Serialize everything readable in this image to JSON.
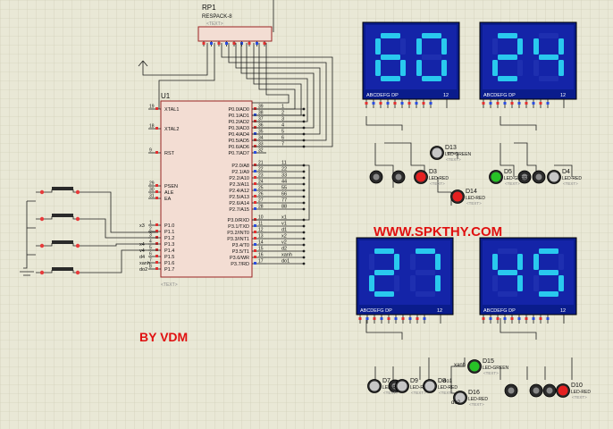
{
  "rp1": {
    "ref": "RP1",
    "part": "RESPACK-8",
    "text": "<TEXT>"
  },
  "u1": {
    "ref": "U1",
    "text": "<TEXT>",
    "left_pins": [
      {
        "num": "19",
        "name": "XTAL1"
      },
      {
        "num": "18",
        "name": "XTAL2"
      },
      {
        "num": "9",
        "name": "RST"
      },
      {
        "num": "29",
        "name": "PSEN"
      },
      {
        "num": "30",
        "name": "ALE"
      },
      {
        "num": "31",
        "name": "EA"
      },
      {
        "num": "1",
        "name": "P1.0",
        "net": "x3"
      },
      {
        "num": "2",
        "name": "P1.1"
      },
      {
        "num": "3",
        "name": "P1.2"
      },
      {
        "num": "4",
        "name": "P1.3",
        "net": "x4"
      },
      {
        "num": "5",
        "name": "P1.4",
        "net": "v4"
      },
      {
        "num": "6",
        "name": "P1.5",
        "net": "d4"
      },
      {
        "num": "7",
        "name": "P1.6",
        "net": "xanh"
      },
      {
        "num": "8",
        "name": "P1.7",
        "net": "do2"
      }
    ],
    "p0_pins": [
      {
        "num": "39",
        "name": "P0.0/AD0",
        "net": "1"
      },
      {
        "num": "38",
        "name": "P0.1/AD1",
        "net": "2"
      },
      {
        "num": "37",
        "name": "P0.2/AD2",
        "net": "3"
      },
      {
        "num": "36",
        "name": "P0.3/AD3",
        "net": "4"
      },
      {
        "num": "35",
        "name": "P0.4/AD4",
        "net": "5"
      },
      {
        "num": "34",
        "name": "P0.5/AD5",
        "net": "6"
      },
      {
        "num": "33",
        "name": "P0.6/AD6",
        "net": "7"
      },
      {
        "num": "32",
        "name": "P0.7/AD7",
        "net": ""
      }
    ],
    "p2_pins": [
      {
        "num": "21",
        "name": "P2.0/A8",
        "net": "11"
      },
      {
        "num": "22",
        "name": "P2.1/A9",
        "net": "22"
      },
      {
        "num": "23",
        "name": "P2.2/A10",
        "net": "33"
      },
      {
        "num": "24",
        "name": "P2.3/A11",
        "net": "44"
      },
      {
        "num": "25",
        "name": "P2.4/A12",
        "net": "55"
      },
      {
        "num": "26",
        "name": "P2.5/A13",
        "net": "66"
      },
      {
        "num": "27",
        "name": "P2.6/A14",
        "net": "77"
      },
      {
        "num": "28",
        "name": "P2.7/A15",
        "net": "88"
      }
    ],
    "p3_pins": [
      {
        "num": "10",
        "name": "P3.0/RXD",
        "net": "x1"
      },
      {
        "num": "11",
        "name": "P3.1/TXD",
        "net": "v1"
      },
      {
        "num": "12",
        "name": "P3.2/INT0",
        "net": "d1"
      },
      {
        "num": "13",
        "name": "P3.3/INT1",
        "net": "x2"
      },
      {
        "num": "14",
        "name": "P3.4/T0",
        "net": "v2"
      },
      {
        "num": "15",
        "name": "P3.5/T1",
        "net": "d2"
      },
      {
        "num": "16",
        "name": "P3.6/WR",
        "net": "xanh"
      },
      {
        "num": "17",
        "name": "P3.7/RD",
        "net": "do1"
      }
    ]
  },
  "displays": [
    {
      "value": "60",
      "pins": "ABCDEFG  DP",
      "pin_num": "12"
    },
    {
      "value": "24",
      "pins": "ABCDEFG  DP",
      "pin_num": "12"
    },
    {
      "value": "27",
      "pins": "ABCDEFG  DP",
      "pin_num": "12"
    },
    {
      "value": "45",
      "pins": "ABCDEFG  DP",
      "pin_num": "12"
    }
  ],
  "leds": [
    {
      "ref": "D13",
      "type": "LED-GREEN",
      "text": "<TEXT>",
      "color": "#c6c6c6"
    },
    {
      "ref": "D3",
      "type": "LED-RED",
      "text": "<TEXT>",
      "color": "#e52020"
    },
    {
      "ref": "D14",
      "type": "LED-RED",
      "text": "<TEXT>",
      "color": "#e52020"
    },
    {
      "ref": "D5",
      "type": "LED-GREEN",
      "text": "<TEXT>",
      "color": "#27c227"
    },
    {
      "ref": "D4",
      "type": "LED-RED",
      "text": "<TEXT>",
      "color": "#c6c6c6"
    },
    {
      "ref": "D15",
      "type": "LED-GREEN",
      "text": "<TEXT>",
      "color": "#27c227"
    },
    {
      "ref": "D7",
      "type": "LED-RED",
      "text": "<TEXT>",
      "color": "#c6c6c6"
    },
    {
      "ref": "D9",
      "type": "LED-RED",
      "text": "<TEXT>",
      "color": "#c6c6c6"
    },
    {
      "ref": "D8",
      "type": "LED-RED",
      "text": "<TEXT>",
      "color": "#c6c6c6"
    },
    {
      "ref": "D16",
      "type": "LED-RED",
      "text": "<TEXT>",
      "color": "#c6c6c6"
    },
    {
      "ref": "D10",
      "type": "LED-RED",
      "text": "<TEXT>",
      "color": "#e52020"
    }
  ],
  "nets": {
    "xanh": "xanh",
    "do1": "do1",
    "do2": "do2"
  },
  "labels": {
    "website": "WWW.SPKTHY.COM",
    "author": "BY VDM"
  },
  "colors": {
    "background": "#e9e8d6",
    "display_bg": "#0a1c8c",
    "segment_on": "#29c9ee",
    "ic_fill": "#f3ddd3",
    "wire": "#1f1f1f"
  }
}
